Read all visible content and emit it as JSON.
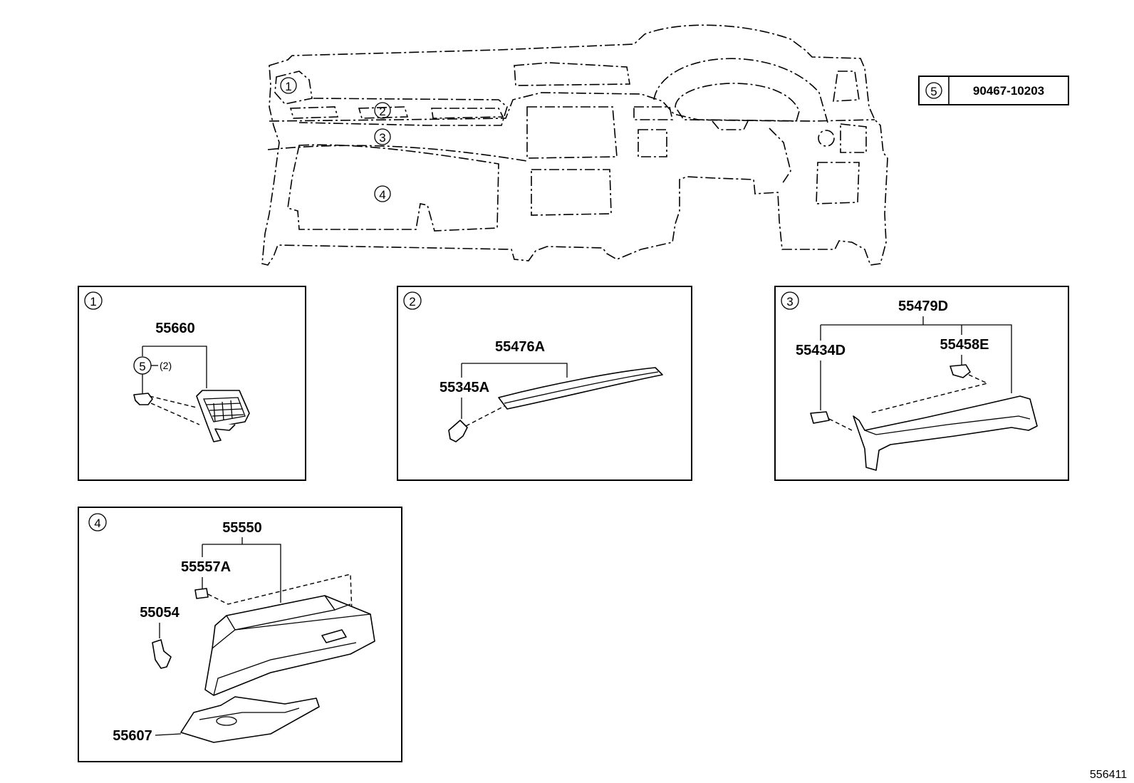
{
  "overview": {
    "callouts": [
      "1",
      "2",
      "3",
      "4"
    ]
  },
  "legend": {
    "index": "5",
    "part_number": "90467-10203"
  },
  "panels": [
    {
      "id": "1",
      "labels": {
        "main": "55660",
        "ref": "5",
        "qty": "(2)"
      }
    },
    {
      "id": "2",
      "labels": {
        "main": "55476A",
        "sub": "55345A"
      }
    },
    {
      "id": "3",
      "labels": {
        "main": "55479D",
        "left": "55434D",
        "right": "55458E"
      }
    },
    {
      "id": "4",
      "labels": {
        "main": "55550",
        "sub": "55557A",
        "side": "55054",
        "bottom": "55607"
      }
    }
  ],
  "diagram_id": "556411"
}
